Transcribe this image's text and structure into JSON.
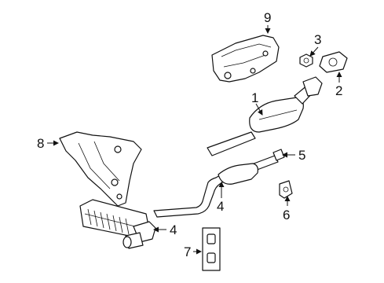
{
  "callouts": {
    "c1": "1",
    "c2": "2",
    "c3": "3",
    "c4a": "4",
    "c4b": "4",
    "c5": "5",
    "c6": "6",
    "c7": "7",
    "c8": "8",
    "c9": "9"
  }
}
